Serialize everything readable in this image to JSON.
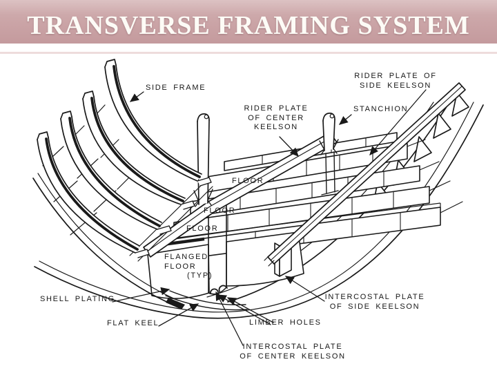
{
  "slide": {
    "title": "TRANSVERSE FRAMING SYSTEM",
    "colors": {
      "band_top": "#dcc2c3",
      "band_bottom": "#c49a9d",
      "band_underline": "#eedcdc",
      "title_text": "#fdfbf6",
      "background": "#ffffff",
      "ink": "#1a1a1a"
    }
  },
  "diagram": {
    "labels": {
      "side_frame": {
        "text": "SIDE FRAME"
      },
      "rider_plate_center_keelson": {
        "lines": [
          "RIDER PLATE",
          "OF CENTER",
          "KEELSON"
        ]
      },
      "rider_plate_side_keelson": {
        "lines": [
          "RIDER PLATE OF",
          "SIDE KEELSON"
        ]
      },
      "stanchion": {
        "text": "STANCHION"
      },
      "floors": [
        "FLOOR",
        "FLOOR",
        "FLOOR"
      ],
      "flanged_floor": {
        "lines": [
          "FLANGED",
          "FLOOR",
          "(TYP)"
        ]
      },
      "shell_plating": {
        "text": "SHELL PLATING"
      },
      "flat_keel": {
        "text": "FLAT KEEL"
      },
      "limber_holes": {
        "text": "LIMBER HOLES"
      },
      "intercostal_plate_side_keelson": {
        "lines": [
          "INTERCOSTAL PLATE",
          "OF SIDE KEELSON"
        ]
      },
      "intercostal_plate_center_keelson": {
        "lines": [
          "INTERCOSTAL PLATE",
          "OF CENTER KEELSON"
        ]
      }
    }
  }
}
